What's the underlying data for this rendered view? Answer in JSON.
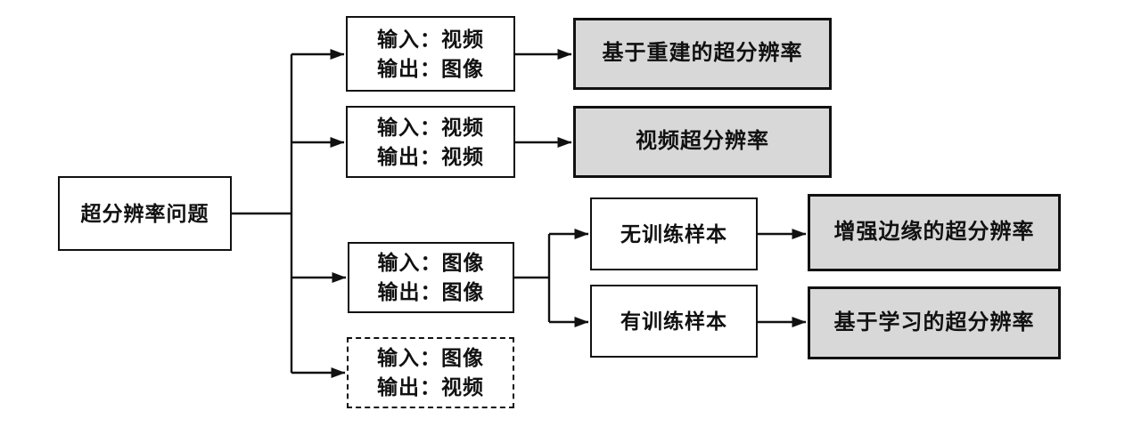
{
  "diagram": {
    "root": {
      "label": "超分辨率问题"
    },
    "io_nodes": [
      {
        "line1": "输入：视频",
        "line2": "输出：图像",
        "border": "solid"
      },
      {
        "line1": "输入：视频",
        "line2": "输出：视频",
        "border": "solid"
      },
      {
        "line1": "输入：图像",
        "line2": "输出：图像",
        "border": "solid"
      },
      {
        "line1": "输入：图像",
        "line2": "输出：视频",
        "border": "dashed"
      }
    ],
    "condition_nodes": [
      {
        "label": "无训练样本"
      },
      {
        "label": "有训练样本"
      }
    ],
    "result_nodes": [
      {
        "label": "基于重建的超分辨率"
      },
      {
        "label": "视频超分辨率"
      },
      {
        "label": "增强边缘的超分辨率"
      },
      {
        "label": "基于学习的超分辨率"
      }
    ],
    "colors": {
      "result_fill": "#d8d8d8",
      "node_fill": "#ffffff",
      "line": "#111111",
      "background": "#ffffff"
    }
  }
}
